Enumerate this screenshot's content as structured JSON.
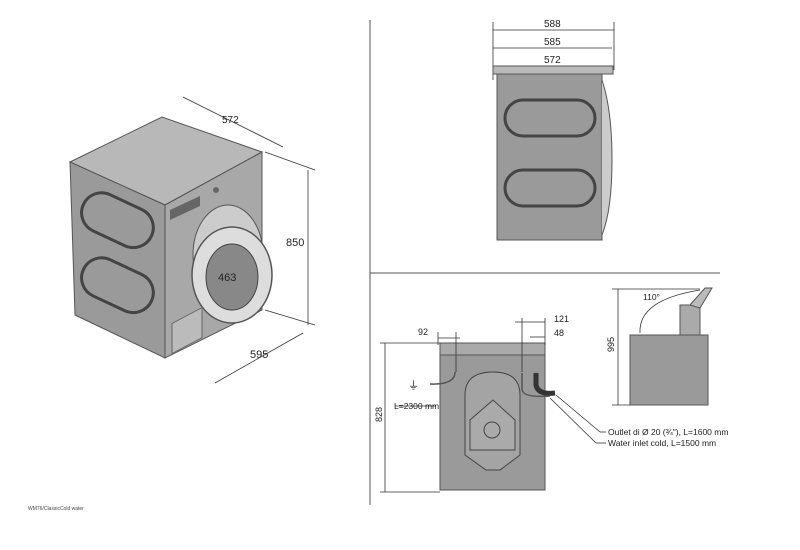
{
  "caption": "WM76/ClassicCold water",
  "iso_view": {
    "width": "572",
    "height": "850",
    "depth": "595",
    "door": "463"
  },
  "top_view": {
    "dim1": "588",
    "dim2": "585",
    "dim3": "572"
  },
  "rear_view": {
    "dim_left": "92",
    "dim_right1": "121",
    "dim_right2": "48",
    "height": "828",
    "cable": "L=2300 mm",
    "outlet": "Outlet di Ø 20 (¾\"), L=1600 mm",
    "inlet": "Water inlet cold, L=1500 mm"
  },
  "side_view": {
    "angle": "110°",
    "height": "995"
  }
}
